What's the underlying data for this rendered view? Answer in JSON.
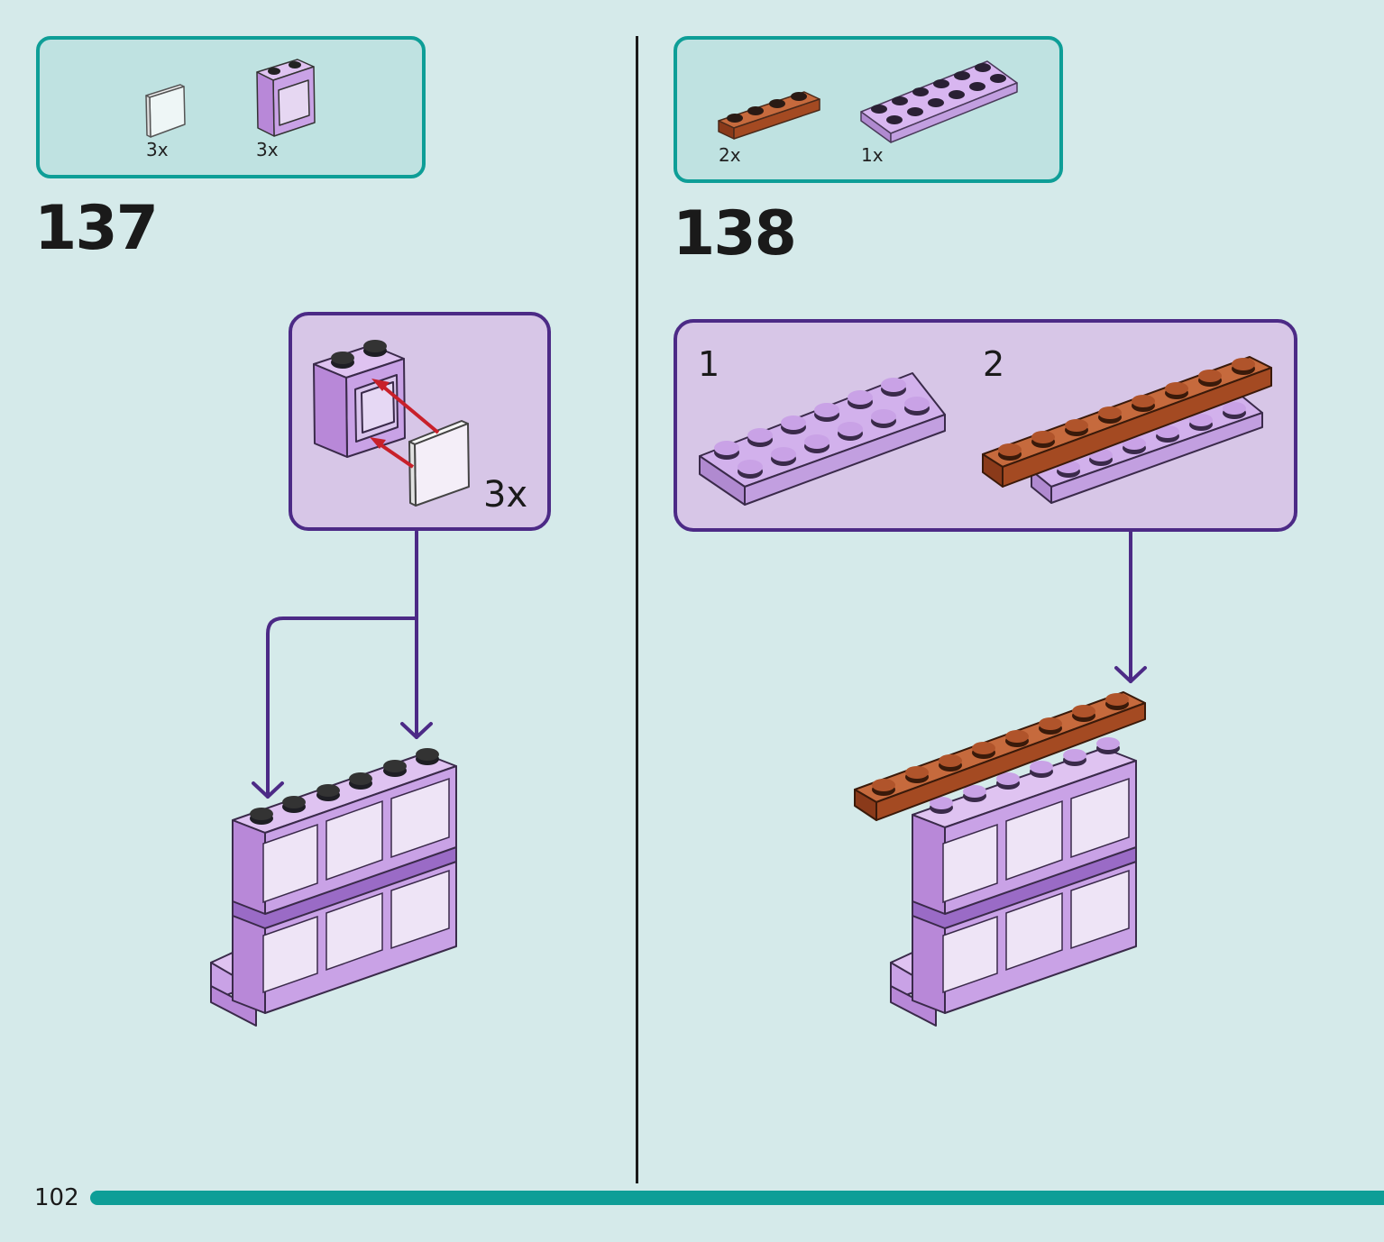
{
  "page": {
    "number": "102",
    "progress": 1.0
  },
  "colors": {
    "teal": "#0e9e97",
    "purple_line": "#4c2a86",
    "lavender": "#d2b1ec",
    "brown": "#b0542b",
    "arrow_red": "#c8202a"
  },
  "steps": [
    {
      "number": "137",
      "parts": [
        {
          "qty": "3x",
          "icon": "glass-pane-icon"
        },
        {
          "qty": "3x",
          "icon": "window-frame-icon"
        }
      ],
      "callout": {
        "multiplier": "3x"
      }
    },
    {
      "number": "138",
      "parts": [
        {
          "qty": "2x",
          "icon": "brown-plate-1x4-icon"
        },
        {
          "qty": "1x",
          "icon": "lavender-plate-2x6-icon"
        }
      ],
      "callout": {
        "sub_steps": [
          "1",
          "2"
        ]
      }
    }
  ]
}
